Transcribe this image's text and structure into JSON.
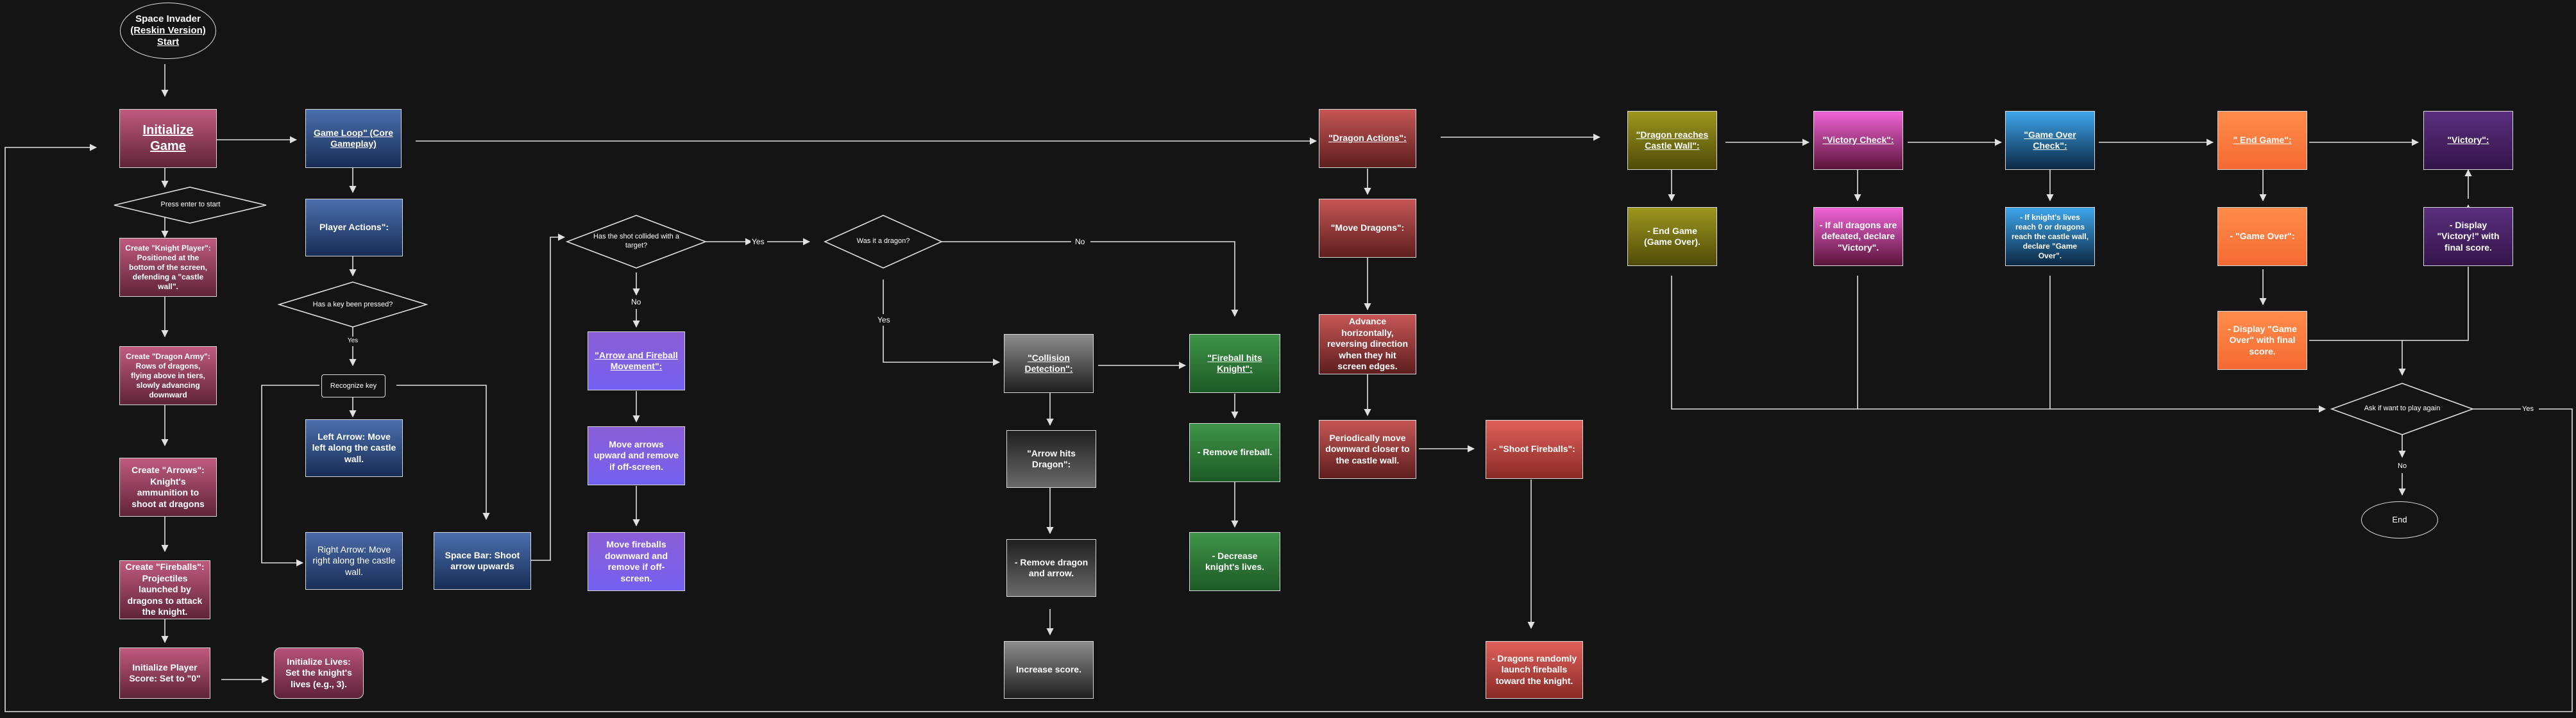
{
  "start": {
    "line1": "Space Invader",
    "line2": "(Reskin Version)",
    "line3": "Start"
  },
  "init_game": "Initialize Game",
  "press_enter": "Press enter to start",
  "create_knight": "Create \"Knight Player\": Positioned at the bottom of the screen, defending a \"castle wall\".",
  "create_dragon_army": "Create \"Dragon Army\": Rows of dragons, flying above in tiers, slowly advancing downward",
  "create_arrows": "Create \"Arrows\": Knight's ammunition to shoot at dragons",
  "create_fireballs": "Create \"Fireballs\": Projectiles launched by dragons to attack the knight.",
  "init_score": "Initialize Player Score: Set to \"0\"",
  "init_lives": "Initialize Lives: Set the knight's lives (e.g., 3).",
  "game_loop": "Game Loop\" (Core Gameplay)",
  "player_actions": "Player Actions\":",
  "key_pressed": "Has a key been pressed?",
  "yes_small": "Yes",
  "recognize_key": "Recognize key",
  "left_arrow": "Left Arrow: Move left along the castle wall.",
  "right_arrow": "Right Arrow: Move right along the castle wall.",
  "space_bar": "Space Bar: Shoot arrow upwards",
  "shot_collided": "Has the shot collided with a target?",
  "yes1": "Yes",
  "no1": "No",
  "was_dragon": "Was it a dragon?",
  "no2": "No",
  "yes2": "Yes",
  "arrow_fireball_movement": "\"Arrow and Fireball Movement\":",
  "move_arrows": "Move arrows upward and remove if off-screen.",
  "move_fireballs": "Move fireballs downward and remove if off-screen.",
  "collision_detection": "\"Collision Detection\":",
  "arrow_hits_dragon": "\"Arrow hits Dragon\":",
  "remove_dragon_arrow": "- Remove dragon and arrow.",
  "increase_score": "Increase score.",
  "fireball_hits_knight": "\"Fireball hits Knight\":",
  "remove_fireball": "- Remove fireball.",
  "decrease_lives": "- Decrease knight's lives.",
  "dragon_actions": "\"Dragon Actions\":",
  "move_dragons": "\"Move Dragons\":",
  "advance_horizontally": "Advance horizontally, reversing direction when they hit screen edges.",
  "periodically_move": "Periodically move downward closer to the castle wall.",
  "shoot_fireballs": "- \"Shoot Fireballs\":",
  "dragons_launch": "- Dragons randomly launch fireballs toward the knight.",
  "dragon_reaches_wall": "\"Dragon reaches Castle Wall\":",
  "end_game_over": "- End Game (Game Over).",
  "victory_check": "\"Victory Check\":",
  "all_defeated": "- If all dragons are defeated, declare \"Victory\".",
  "game_over_check": "\"Game Over Check\":",
  "lives_reach_zero": "- If knight's lives reach 0 or dragons reach the castle wall, declare \"Game Over\".",
  "end_game": "\" End Game\":",
  "game_over": "- \"Game Over\":",
  "display_game_over": "- Display \"Game Over\" with final score.",
  "victory": "\"Victory\":",
  "display_victory": "- Display \"Victory!\" with final score.",
  "play_again": "Ask if want to play again",
  "no3": "No",
  "yes3": "Yes",
  "end": "End",
  "colors": {
    "background": "#141414",
    "line": "#e0e0e0"
  }
}
